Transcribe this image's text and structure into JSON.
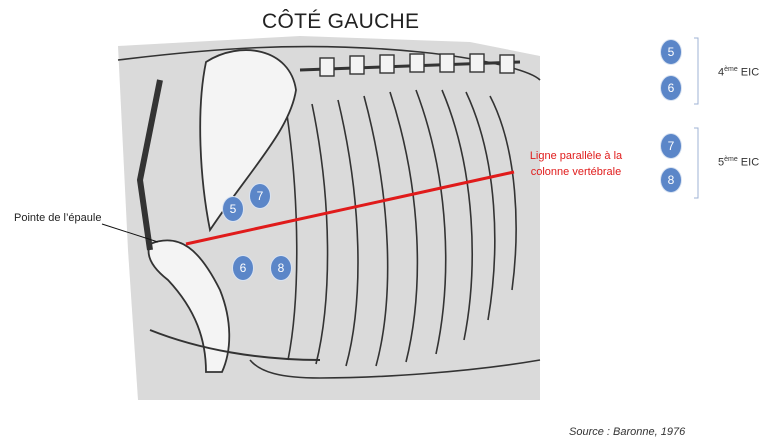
{
  "title": "CÔTÉ GAUCHE",
  "labels": {
    "shoulder_point": "Pointe de l’épaule",
    "parallel_line_1": "Ligne parallèle à la",
    "parallel_line_2": "colonne vertébrale"
  },
  "diagram_badges": [
    "5",
    "7",
    "6",
    "8"
  ],
  "legend": {
    "group1": {
      "badges": [
        "5",
        "6"
      ],
      "num": "4",
      "sup": "ème",
      "suffix": " EIC"
    },
    "group2": {
      "badges": [
        "7",
        "8"
      ],
      "num": "5",
      "sup": "ème",
      "suffix": " EIC"
    }
  },
  "source": "Source : Baronne, 1976",
  "colors": {
    "badge": "#5b86c8",
    "line": "#e01b1b",
    "background_panel": "#dadada"
  }
}
